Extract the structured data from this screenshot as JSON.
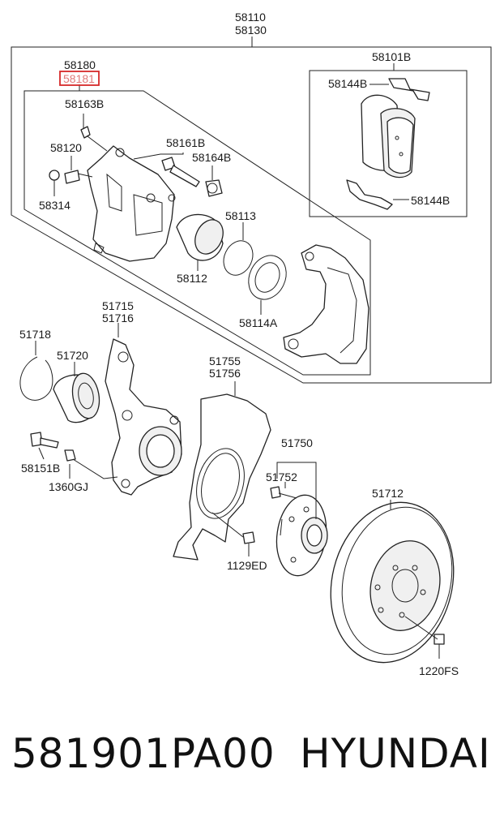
{
  "labels": {
    "l58110": "58110",
    "l58130": "58130",
    "l58180": "58180",
    "l58181": "58181",
    "l58101B": "58101B",
    "l58144B_top": "58144B",
    "l58144B_bottom": "58144B",
    "l58163B": "58163B",
    "l58120": "58120",
    "l58314": "58314",
    "l58161B": "58161B",
    "l58164B": "58164B",
    "l58113": "58113",
    "l58112": "58112",
    "l58114A": "58114A",
    "l51715": "51715",
    "l51716": "51716",
    "l51718": "51718",
    "l51720": "51720",
    "l51755": "51755",
    "l51756": "51756",
    "l58151B": "58151B",
    "l1360GJ": "1360GJ",
    "l51750": "51750",
    "l51752": "51752",
    "l51712": "51712",
    "l1129ED": "1129ED",
    "l1220FS": "1220FS"
  },
  "highlight_color": "#d62828",
  "footer": {
    "part_number": "581901PA00",
    "brand": "HYUNDAI"
  }
}
